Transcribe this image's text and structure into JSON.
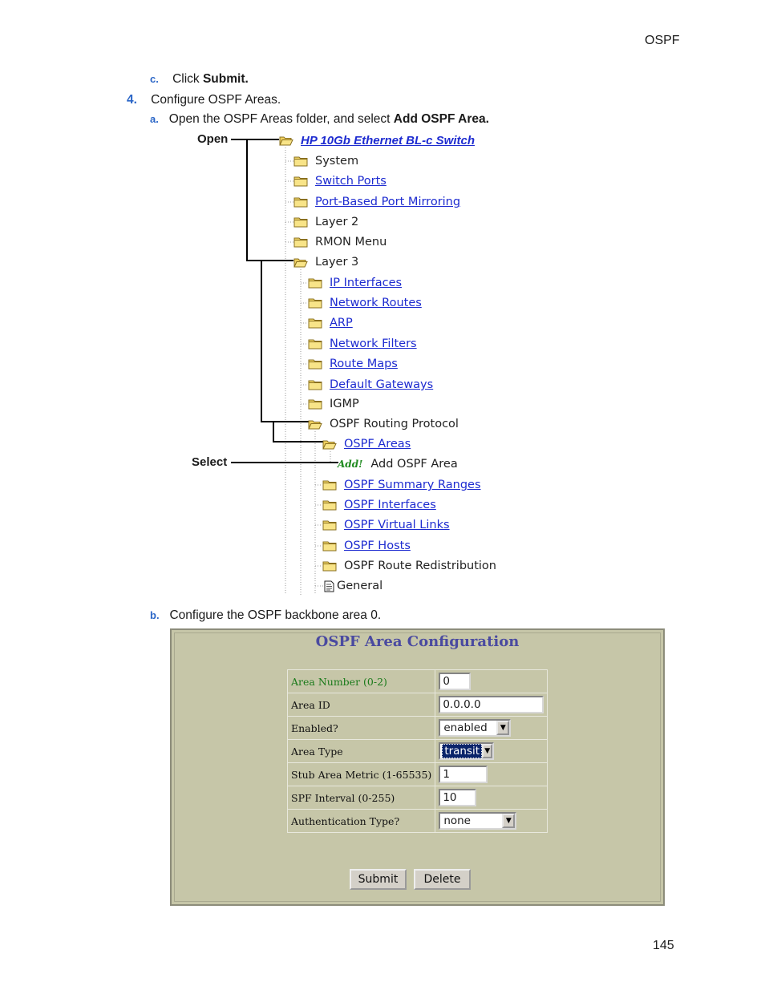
{
  "header": {
    "section": "OSPF",
    "page_number": "145"
  },
  "steps": {
    "c_marker": "c.",
    "c_text": "Click ",
    "c_bold": "Submit.",
    "s4_marker": "4.",
    "s4_text": "Configure OSPF Areas.",
    "a_marker": "a.",
    "a_text": "Open the OSPF Areas folder, and select ",
    "a_bold": "Add OSPF Area.",
    "b_marker": "b.",
    "b_text": "Configure the OSPF backbone area 0."
  },
  "callouts": {
    "open": "Open",
    "select": "Select"
  },
  "tree": {
    "root": "HP 10Gb Ethernet BL-c Switch",
    "system": "System",
    "switch_ports": "Switch Ports",
    "port_mirroring": "Port-Based Port Mirroring",
    "layer2": "Layer 2",
    "rmon": "RMON Menu",
    "layer3": "Layer 3",
    "ip_interfaces": "IP Interfaces",
    "network_routes": "Network Routes",
    "arp": "ARP",
    "network_filters": "Network Filters",
    "route_maps": "Route Maps",
    "default_gateways": "Default Gateways",
    "igmp": "IGMP",
    "ospf_routing": "OSPF Routing Protocol",
    "ospf_areas": "OSPF Areas",
    "add_badge": "Add!",
    "add_ospf_area": "Add OSPF Area",
    "ospf_summary": "OSPF Summary Ranges",
    "ospf_interfaces": "OSPF Interfaces",
    "ospf_virtual": "OSPF Virtual Links",
    "ospf_hosts": "OSPF Hosts",
    "ospf_redist": "OSPF Route Redistribution",
    "general": "General"
  },
  "form": {
    "title": "OSPF Area Configuration",
    "rows": [
      {
        "label": "Area Number (0-2)",
        "value": "0"
      },
      {
        "label": "Area ID",
        "value": "0.0.0.0"
      },
      {
        "label": "Enabled?",
        "value": "enabled"
      },
      {
        "label": "Area Type",
        "value": "transit"
      },
      {
        "label": "Stub Area Metric (1-65535)",
        "value": "1"
      },
      {
        "label": "SPF Interval (0-255)",
        "value": "10"
      },
      {
        "label": "Authentication Type?",
        "value": "none"
      }
    ],
    "submit_label": "Submit",
    "delete_label": "Delete"
  },
  "colors": {
    "link": "#1d2bd0",
    "marker": "#2b66c7",
    "panel": "#c6c6a8",
    "title": "#4a4aa0",
    "add_badge": "#1f8a1f"
  }
}
